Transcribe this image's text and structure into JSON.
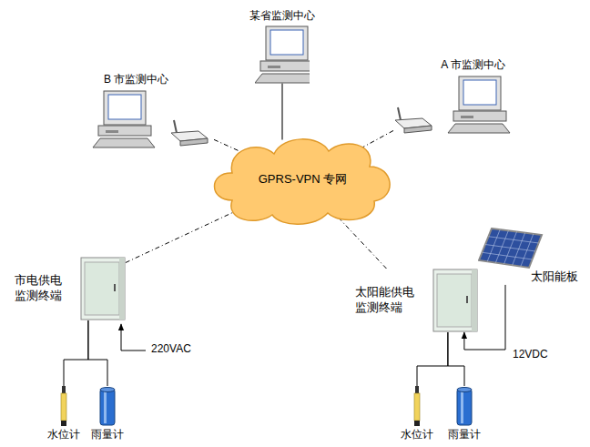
{
  "diagram": {
    "nodes": [
      {
        "text": [
          "某省监测中心"
        ]
      },
      {
        "text": [
          "B 市监测中心"
        ]
      },
      {
        "text": [
          "A 市监测中心"
        ]
      },
      {
        "text": [
          "GPRS-VPN 专网"
        ]
      },
      {
        "text": [
          "市电供电 监测终端"
        ]
      },
      {
        "text": [
          "太阳能供电 监测终端"
        ]
      },
      {
        "text": [
          "太阳能板"
        ]
      },
      {
        "text": [
          "水位计"
        ]
      },
      {
        "text": [
          "雨量计"
        ]
      },
      {
        "text": [
          "水位计"
        ]
      },
      {
        "text": [
          "雨量计"
        ]
      }
    ],
    "edges": [
      {
        "from": 1,
        "to": 3,
        "arrow": "none"
      },
      {
        "from": 2,
        "to": 3,
        "arrow": "none"
      },
      {
        "from": 0,
        "to": 3,
        "arrow": "none"
      },
      {
        "from": 4,
        "to": 3,
        "arrow": "none"
      },
      {
        "from": 5,
        "to": 3,
        "arrow": "none"
      },
      {
        "from": 6,
        "to": 5,
        "arrow": "to"
      },
      {
        "from": 7,
        "to": 4,
        "arrow": "none"
      },
      {
        "from": 8,
        "to": 4,
        "arrow": "none"
      },
      {
        "from": 9,
        "to": 5,
        "arrow": "none"
      },
      {
        "from": 10,
        "to": 5,
        "arrow": "none"
      }
    ],
    "labels": [
      "220VAC",
      "12VDC"
    ]
  }
}
